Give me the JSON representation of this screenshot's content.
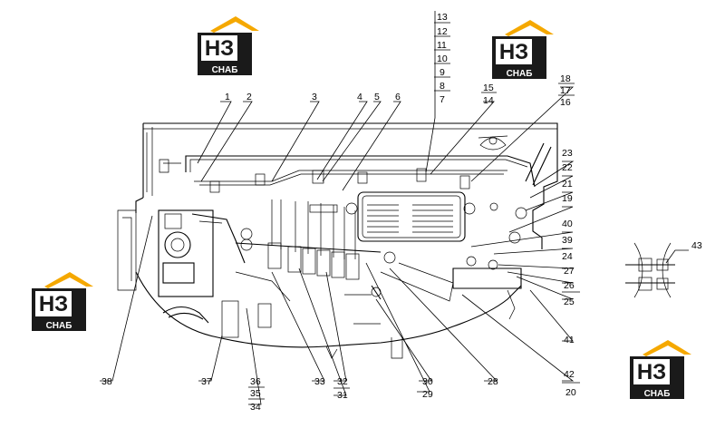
{
  "watermark": {
    "monogram": "НЗ",
    "brand": "СНАБ",
    "colors": {
      "roof": "#f5a800",
      "body": "#1a1a1a",
      "text_on_dark": "#ffffff"
    }
  },
  "callouts": {
    "c1": "1",
    "c2": "2",
    "c3": "3",
    "c4": "4",
    "c5": "5",
    "c6": "6",
    "c7": "7",
    "c8": "8",
    "c9": "9",
    "c10": "10",
    "c11": "11",
    "c12": "12",
    "c13": "13",
    "c14": "14",
    "c15": "15",
    "c16": "16",
    "c17": "17",
    "c18": "18",
    "c19": "19",
    "c20": "20",
    "c21": "21",
    "c22": "22",
    "c23": "23",
    "c24": "24",
    "c25": "25",
    "c26": "26",
    "c27": "27",
    "c28": "28",
    "c29": "29",
    "c30": "30",
    "c31": "31",
    "c32": "32",
    "c33": "33",
    "c34": "34",
    "c35": "35",
    "c36": "36",
    "c37": "37",
    "c38": "38",
    "c39": "39",
    "c40": "40",
    "c41": "41",
    "c42": "42",
    "c43": "43"
  }
}
